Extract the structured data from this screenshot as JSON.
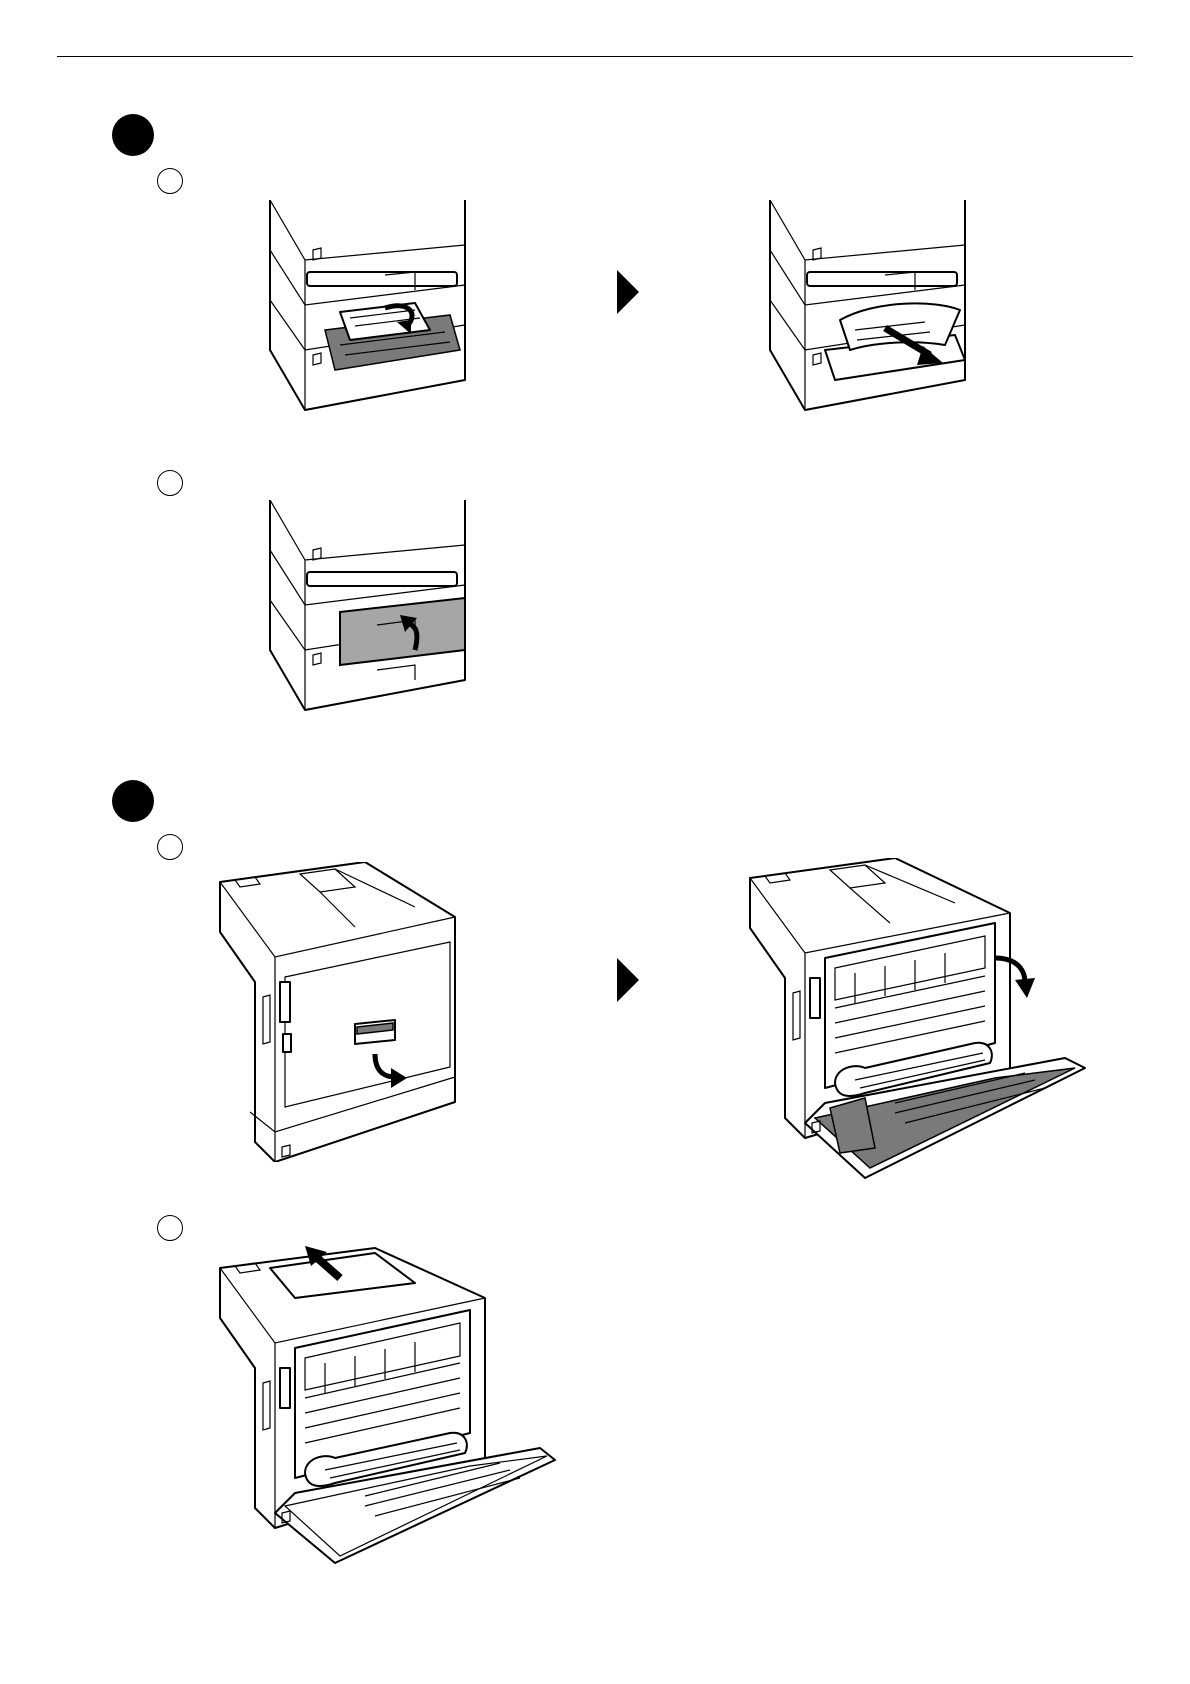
{
  "steps": [
    {
      "number": "",
      "substeps": [
        {
          "number": "",
          "figures": [
            "tray-cover-open",
            "pull-out-paper"
          ]
        },
        {
          "number": "",
          "figures": [
            "close-tray-cover"
          ]
        }
      ]
    },
    {
      "number": "",
      "substeps": [
        {
          "number": "",
          "figures": [
            "open-rear-cover",
            "rear-cover-opened"
          ]
        },
        {
          "number": "",
          "figures": [
            "remove-paper-top"
          ]
        }
      ]
    }
  ],
  "colors": {
    "ink": "#000000",
    "highlight_gray": "#a6a6a6",
    "background": "#ffffff"
  }
}
